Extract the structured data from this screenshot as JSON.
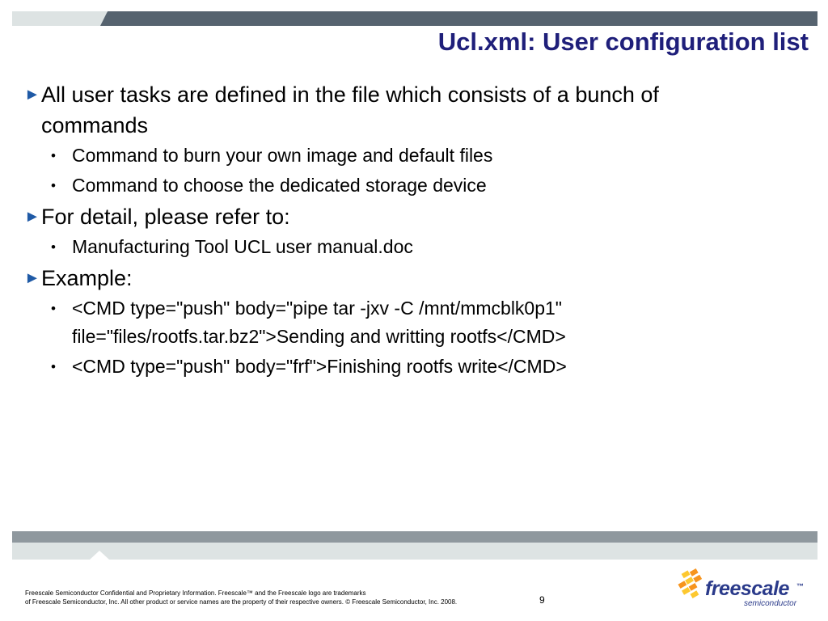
{
  "slide": {
    "title": "Ucl.xml: User configuration list",
    "bullets": [
      {
        "lines": [
          "All user tasks are defined in the file which consists of a bunch of",
          "commands"
        ],
        "sub": [
          {
            "lines": [
              "Command to burn your own image and default files"
            ]
          },
          {
            "lines": [
              "Command to choose the dedicated storage device"
            ]
          }
        ]
      },
      {
        "lines": [
          "For detail, please refer to:"
        ],
        "sub": [
          {
            "lines": [
              "Manufacturing Tool UCL user manual.doc"
            ]
          }
        ]
      },
      {
        "lines": [
          "Example:"
        ],
        "sub": [
          {
            "lines": [
              "<CMD type=\"push\" body=\"pipe tar -jxv -C /mnt/mmcblk0p1\"",
              "file=\"files/rootfs.tar.bz2\">Sending and writting rootfs</CMD>"
            ]
          },
          {
            "lines": [
              "<CMD type=\"push\" body=\"frf\">Finishing rootfs write</CMD>"
            ]
          }
        ]
      }
    ]
  },
  "footer": {
    "legal_line1": "Freescale Semiconductor Confidential and Proprietary Information. Freescale™ and the Freescale logo are trademarks",
    "legal_line2": "of Freescale Semiconductor, Inc. All other product or service names are the property of their respective owners. © Freescale Semiconductor, Inc. 2008.",
    "page_number": "9"
  },
  "logo": {
    "wordmark": "freescale",
    "trademark": "™",
    "subtitle": "semiconductor",
    "icon": "freescale-logo-icon"
  },
  "icons": {
    "level1": "triangle-bullet-icon",
    "level2": "dot-bullet-icon"
  },
  "colors": {
    "title": "#1f1f7a",
    "bullet_arrow": "#1f5aa6",
    "header_dark": "#56636f",
    "bar_light": "#dde3e3",
    "footer_dark": "#8f989e",
    "logo_orange": "#f7941d",
    "logo_yellow": "#fdc82f",
    "logo_text": "#2a3a8a"
  }
}
